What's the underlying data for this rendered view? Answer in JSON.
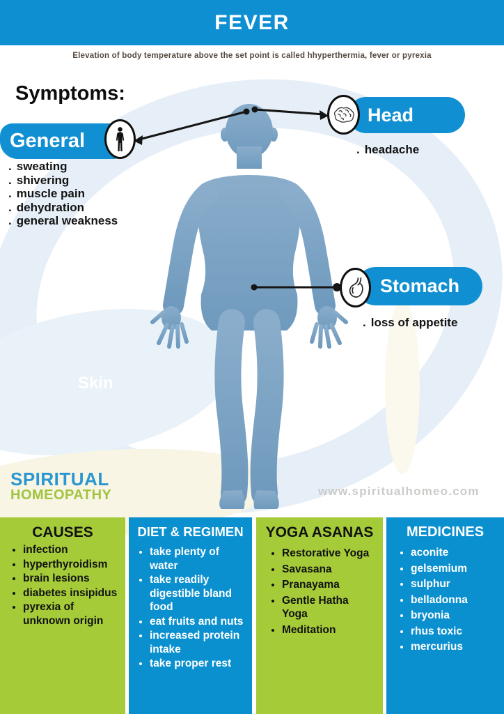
{
  "page": {
    "title": "FEVER",
    "subtitle": "Elevation of body temperature above the set point is called hhyperthermia, fever or pyrexia"
  },
  "symptoms": {
    "heading": "Symptoms:",
    "marker": ".",
    "general": {
      "label": "General",
      "icon": "person-icon",
      "items": [
        "sweating",
        "shivering",
        "muscle pain",
        "dehydration",
        "general weakness"
      ]
    },
    "head": {
      "label": "Head",
      "icon": "brain-icon",
      "items": [
        "headache"
      ]
    },
    "stomach": {
      "label": "Stomach",
      "icon": "stomach-icon",
      "items": [
        "loss of appetite"
      ]
    },
    "skin": {
      "label": "Skin"
    }
  },
  "brand": {
    "name_line1": "SPIRITUAL",
    "name_line2": "HOMEOPATHY",
    "website": "www.spiritualhomeo.com"
  },
  "columns": {
    "causes": {
      "title": "CAUSES",
      "items": [
        "infection",
        "hyperthyroidism",
        "brain lesions",
        "diabetes insipidus",
        "pyrexia of unknown origin"
      ]
    },
    "diet": {
      "title": "DIET & REGIMEN",
      "items": [
        "take plenty of water",
        "take readily digestible bland food",
        "eat fruits and nuts",
        "increased protein intake",
        "take proper rest"
      ]
    },
    "yoga": {
      "title": "YOGA ASANAS",
      "items": [
        "Restorative Yoga",
        "Savasana",
        "Pranayama",
        "Gentle Hatha Yoga",
        "Meditation"
      ]
    },
    "medicines": {
      "title": "MEDICINES",
      "items": [
        "aconite",
        "gelsemium",
        "sulphur",
        "belladonna",
        "bryonia",
        "rhus toxic",
        "mercurius"
      ]
    }
  },
  "colors": {
    "primary_blue": "#0d8fd2",
    "accent_green": "#a5cb39",
    "body_silhouette": "#7aa2c4",
    "subtitle_text": "#55493f",
    "website_gray": "#cbcbc9"
  }
}
